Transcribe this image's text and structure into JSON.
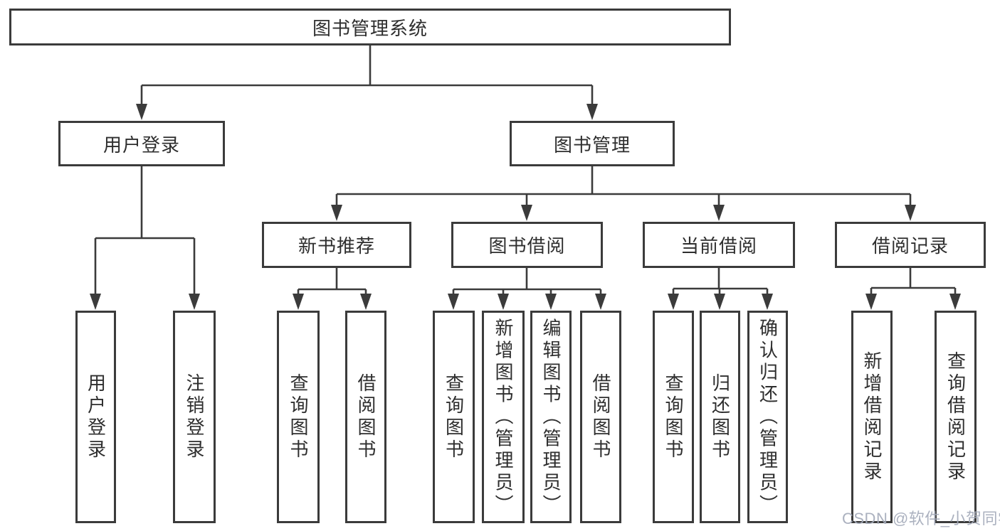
{
  "tree": {
    "root": {
      "label": "图书管理系统"
    },
    "branches": [
      {
        "label": "用户登录",
        "children": [
          {
            "label": "用户登录"
          },
          {
            "label": "注销登录"
          }
        ]
      },
      {
        "label": "图书管理",
        "children": [
          {
            "label": "新书推荐",
            "children": [
              {
                "label": "查询图书"
              },
              {
                "label": "借阅图书"
              }
            ]
          },
          {
            "label": "图书借阅",
            "children": [
              {
                "label": "查询图书"
              },
              {
                "label": "新增图书（管理员）"
              },
              {
                "label": "编辑图书（管理员）"
              },
              {
                "label": "借阅图书"
              }
            ]
          },
          {
            "label": "当前借阅",
            "children": [
              {
                "label": "查询图书"
              },
              {
                "label": "归还图书"
              },
              {
                "label": "确认归还（管理员）"
              }
            ]
          },
          {
            "label": "借阅记录",
            "children": [
              {
                "label": "新增借阅记录"
              },
              {
                "label": "查询借阅记录"
              }
            ]
          }
        ]
      }
    ]
  },
  "watermark": {
    "text": "CSDN @软件_小贺同学"
  },
  "colors": {
    "line": "#3b3b3b",
    "box_border": "#3b3b3b",
    "text": "#2e2e2e",
    "watermark": "#a4aaba",
    "background": "#ffffff"
  }
}
